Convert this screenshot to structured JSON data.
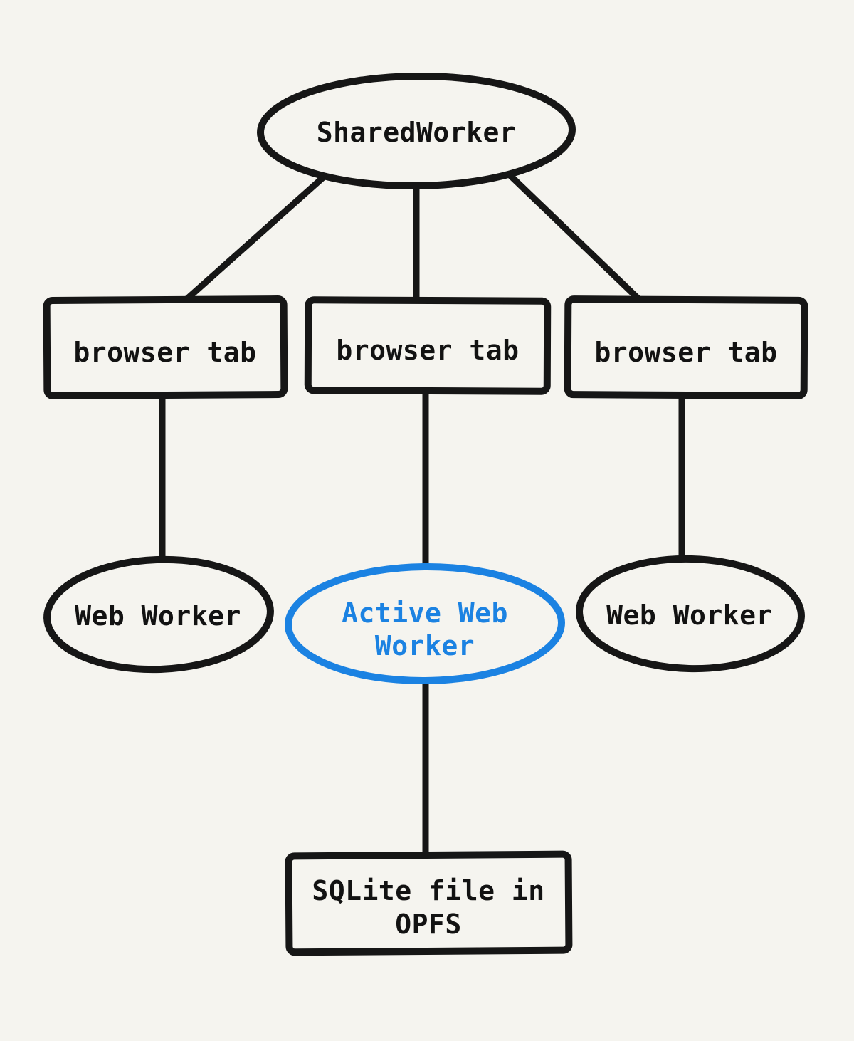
{
  "colors": {
    "background": "#f5f4ef",
    "stroke": "#161616",
    "text": "#121212",
    "accent_blue": "#1b82e2"
  },
  "diagram": {
    "type": "tree",
    "description": "SharedWorker coordinating browser tabs, web workers and a SQLite file in OPFS",
    "nodes": [
      {
        "id": "shared-worker",
        "shape": "ellipse",
        "label": "SharedWorker",
        "color": "black"
      },
      {
        "id": "browser-tab-1",
        "shape": "rectangle",
        "label": "browser tab",
        "color": "black"
      },
      {
        "id": "browser-tab-2",
        "shape": "rectangle",
        "label": "browser tab",
        "color": "black"
      },
      {
        "id": "browser-tab-3",
        "shape": "rectangle",
        "label": "browser tab",
        "color": "black"
      },
      {
        "id": "web-worker-left",
        "shape": "ellipse",
        "label": "Web Worker",
        "color": "black"
      },
      {
        "id": "active-web-worker",
        "shape": "ellipse",
        "label": "Active Web Worker",
        "label_lines": [
          "Active Web",
          "Worker"
        ],
        "color": "blue"
      },
      {
        "id": "web-worker-right",
        "shape": "ellipse",
        "label": "Web Worker",
        "color": "black"
      },
      {
        "id": "sqlite-file",
        "shape": "rectangle",
        "label": "SQLite file in OPFS",
        "label_lines": [
          "SQLite file in",
          "OPFS"
        ],
        "color": "black"
      }
    ],
    "edges": [
      {
        "from": "shared-worker",
        "to": "browser-tab-1"
      },
      {
        "from": "shared-worker",
        "to": "browser-tab-2"
      },
      {
        "from": "shared-worker",
        "to": "browser-tab-3"
      },
      {
        "from": "browser-tab-1",
        "to": "web-worker-left"
      },
      {
        "from": "browser-tab-2",
        "to": "active-web-worker"
      },
      {
        "from": "browser-tab-3",
        "to": "web-worker-right"
      },
      {
        "from": "active-web-worker",
        "to": "sqlite-file"
      }
    ]
  }
}
